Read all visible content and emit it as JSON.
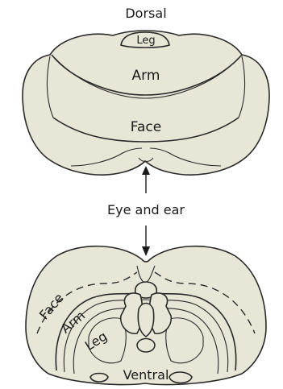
{
  "labels": {
    "dorsal": "Dorsal",
    "leg_top": "Leg",
    "arm_top": "Arm",
    "face_top": "Face",
    "eye_ear": "Eye and ear",
    "face_bottom": "Face",
    "arm_bottom": "Arm",
    "leg_bottom": "Leg",
    "ventral": "Ventral"
  },
  "colors": {
    "tissue": "#e8e6d6",
    "outline": "#2a2a2a"
  }
}
